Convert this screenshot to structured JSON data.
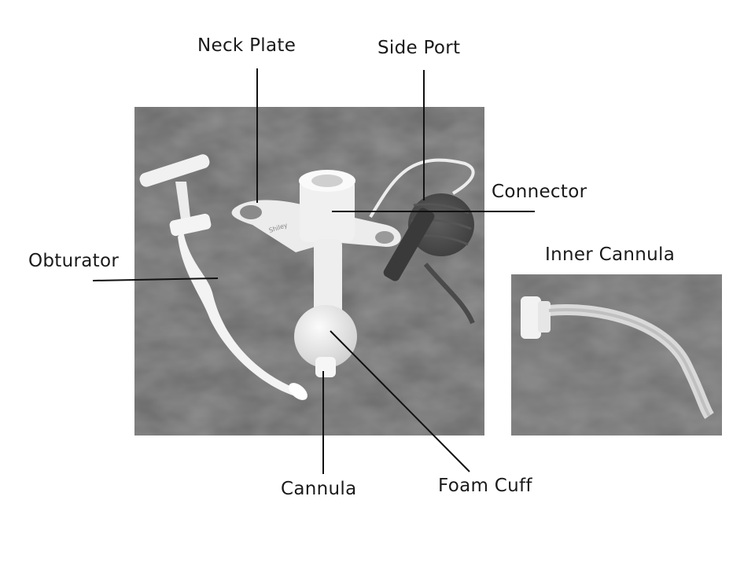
{
  "labels": {
    "neck_plate": "Neck Plate",
    "side_port": "Side Port",
    "connector": "Connector",
    "obturator": "Obturator",
    "inner_cannula": "Inner Cannula",
    "cannula": "Cannula",
    "foam_cuff": "Foam Cuff"
  },
  "colors": {
    "background": "#ffffff",
    "photo_backdrop": "#6f6f6f",
    "device_plastic": "#f2f2f2",
    "leader_line": "#111111"
  }
}
